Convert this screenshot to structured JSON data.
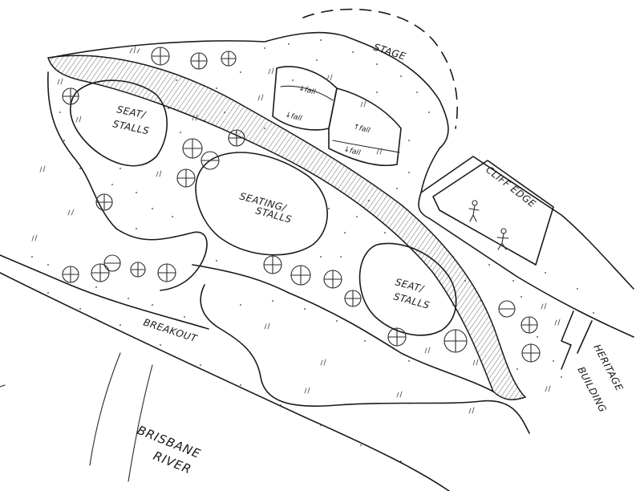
{
  "labels": {
    "stage": "STAGE",
    "seat_stalls_top": [
      "SEAT/",
      "STALLS"
    ],
    "seating_stalls": [
      "SEATING/",
      "STALLS"
    ],
    "seat_stalls_right": [
      "SEAT/",
      "STALLS"
    ],
    "cliff_edge": "CLIFF EDGE",
    "breakout": "BREAKOUT",
    "brisbane_river": [
      "BRISBANE",
      "RIVER"
    ],
    "heritage_building": [
      "HERITAGE",
      "BUILDING"
    ],
    "fall_1": "↓fall",
    "fall_2": "↓fall",
    "fall_3": "↑fall",
    "fall_4": "↓fall"
  },
  "colors": {
    "ink": "#1a1a1a",
    "paper": "#ffffff"
  }
}
